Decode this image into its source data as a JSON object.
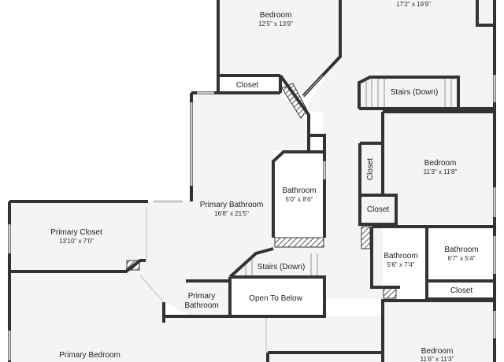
{
  "floor_plan": {
    "colors": {
      "wall": "#333333",
      "floor": "#f4f4f4",
      "background": "#ffffff",
      "hatch": "#555555",
      "window": "#cfcfcf"
    },
    "rooms": {
      "bedroom_top": {
        "name": "Bedroom",
        "dims": "12'5\" x 13'9\""
      },
      "room_top_right": {
        "name": "",
        "dims": "17'2\" x 19'9\""
      },
      "closet_top": {
        "name": "Closet",
        "dims": ""
      },
      "stairs_down_top": {
        "name": "Stairs (Down)",
        "dims": ""
      },
      "bedroom_right": {
        "name": "Bedroom",
        "dims": "11'3\" x 11'8\""
      },
      "closet_vertical": {
        "name": "Closet",
        "dims": ""
      },
      "closet_right": {
        "name": "Closet",
        "dims": ""
      },
      "primary_bathroom_main": {
        "name": "Primary Bathroom",
        "dims": "16'8\" x 21'5\""
      },
      "bathroom_middle": {
        "name": "Bathroom",
        "dims": "5'0\" x 8'6\""
      },
      "primary_closet": {
        "name": "Primary Closet",
        "dims": "13'10\" x 7'0\""
      },
      "stairs_down_bottom": {
        "name": "Stairs (Down)",
        "dims": ""
      },
      "bathroom_right_a": {
        "name": "Bathroom",
        "dims": "5'6\" x 7'4\""
      },
      "bathroom_right_b": {
        "name": "Bathroom",
        "dims": "6'7\" x 5'4\""
      },
      "primary_bathroom_small": {
        "name": "Primary",
        "name2": "Bathroom",
        "dims": ""
      },
      "open_to_below": {
        "name": "Open To Below",
        "dims": ""
      },
      "closet_bottom_right": {
        "name": "Closet",
        "dims": ""
      },
      "primary_bedroom": {
        "name": "Primary Bedroom",
        "dims": ""
      },
      "bedroom_bottom_right": {
        "name": "Bedroom",
        "dims": "11'6\" x 11'3\""
      }
    }
  }
}
